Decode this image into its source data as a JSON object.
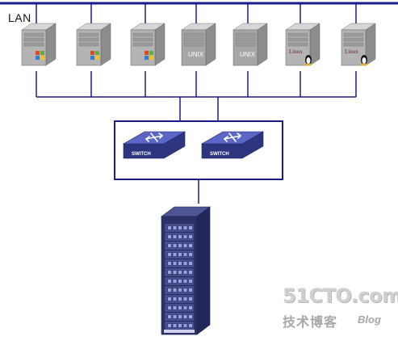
{
  "network_label": "LAN",
  "servers": [
    {
      "os_badge": "windows-logo-icon",
      "label": ""
    },
    {
      "os_badge": "windows-logo-icon",
      "label": ""
    },
    {
      "os_badge": "windows-logo-icon",
      "label": ""
    },
    {
      "os_badge": "unix-text",
      "label": "UNIX"
    },
    {
      "os_badge": "unix-text",
      "label": "UNIX"
    },
    {
      "os_badge": "linux-penguin-icon",
      "label": "Linux"
    },
    {
      "os_badge": "linux-penguin-icon",
      "label": "Linux"
    }
  ],
  "switches": [
    {
      "label": "SWITCH"
    },
    {
      "label": "SWITCH"
    }
  ],
  "watermark": {
    "brand": "51CTO.com",
    "subtitle": "技术博客",
    "blog": "Blog"
  },
  "colors": {
    "lan_bus": "#1a1a8c",
    "link": "#1a1a8c",
    "switch_box_border": "#1a1a8c",
    "switch_top": "#5a66c8",
    "switch_side": "#2e357f",
    "server_light": "#d6d6d6",
    "server_mid": "#b4b4b4",
    "server_dark": "#8c8c8c",
    "unix_server": "#a6a6a6",
    "storage_rack": "#2c3168"
  }
}
